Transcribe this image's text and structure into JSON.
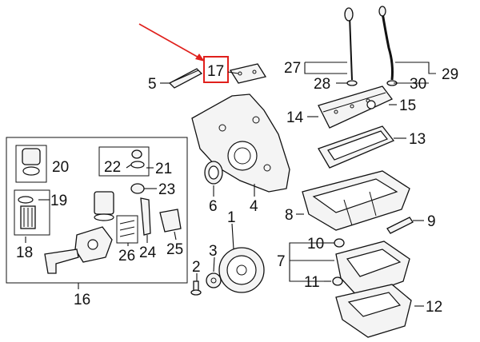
{
  "diagram": {
    "highlight_color": "#e0201c",
    "highlighted_callout": "17",
    "callouts": {
      "c1": "1",
      "c2": "2",
      "c3": "3",
      "c4": "4",
      "c5": "5",
      "c6": "6",
      "c7": "7",
      "c8": "8",
      "c9": "9",
      "c10": "10",
      "c11": "11",
      "c12": "12",
      "c13": "13",
      "c14": "14",
      "c15": "15",
      "c16": "16",
      "c17": "17",
      "c18": "18",
      "c19": "19",
      "c20": "20",
      "c21": "21",
      "c22": "22",
      "c23": "23",
      "c24": "24",
      "c25": "25",
      "c26": "26",
      "c27": "27",
      "c28": "28",
      "c29": "29",
      "c30": "30"
    }
  }
}
